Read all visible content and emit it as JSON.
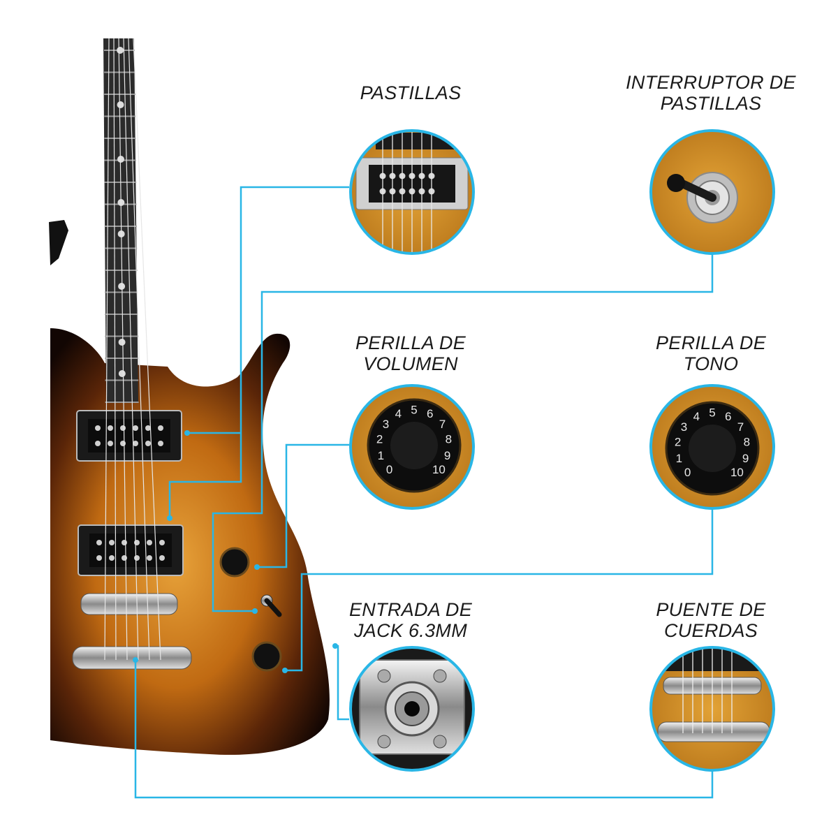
{
  "labels": {
    "pastillas": [
      "PASTILLAS"
    ],
    "interruptor": [
      "INTERRUPTOR DE",
      "PASTILLAS"
    ],
    "volumen": [
      "PERILLA DE",
      "VOLUMEN"
    ],
    "tono": [
      "PERILLA DE",
      "TONO"
    ],
    "jack": [
      "ENTRADA DE",
      "JACK 6.3MM"
    ],
    "puente": [
      "PUENTE DE",
      "CUERDAS"
    ]
  },
  "knob_numbers": [
    "0",
    "1",
    "2",
    "3",
    "4",
    "5",
    "6",
    "7",
    "8",
    "9",
    "10"
  ],
  "colors": {
    "callout_line": "#29b6e6",
    "sunburst_center": "#d98a1e",
    "sunburst_edge": "#1a0b05",
    "fretboard": "#2b2b2b",
    "closeup_bg": "#d4901f"
  },
  "icons": [
    "guitar-image",
    "pickup-closeup",
    "toggle-switch-closeup",
    "volume-knob-closeup",
    "tone-knob-closeup",
    "jack-input-closeup",
    "bridge-closeup"
  ]
}
